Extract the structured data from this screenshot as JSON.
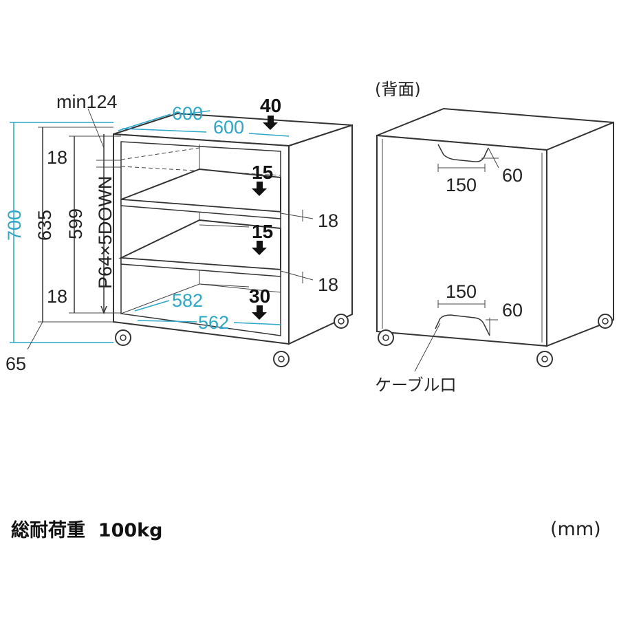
{
  "front": {
    "top_depth_outer": "600",
    "top_width_outer": "600",
    "top_load": "40",
    "shelf1_load": "15",
    "shelf2_load": "15",
    "bottom_load": "30",
    "height_total": "700",
    "height_body": "635",
    "height_inner": "599",
    "pitch_label": "P64×5DOWN",
    "top_thickness": "18",
    "bottom_thickness": "18",
    "shelf_gap_min": "min124",
    "shelf1_thickness": "18",
    "shelf2_thickness": "18",
    "inner_depth": "582",
    "inner_width": "562",
    "caster_height": "65"
  },
  "back": {
    "title": "(背面)",
    "top_cut_width": "150",
    "top_cut_height": "60",
    "bottom_cut_width": "150",
    "bottom_cut_height": "60",
    "cable_label": "ケーブル口"
  },
  "footer": {
    "load_note": "総耐荷重  100kg",
    "unit": "(mm)"
  },
  "colors": {
    "dimension_accent": "#2aa7c9",
    "line": "#333333"
  }
}
